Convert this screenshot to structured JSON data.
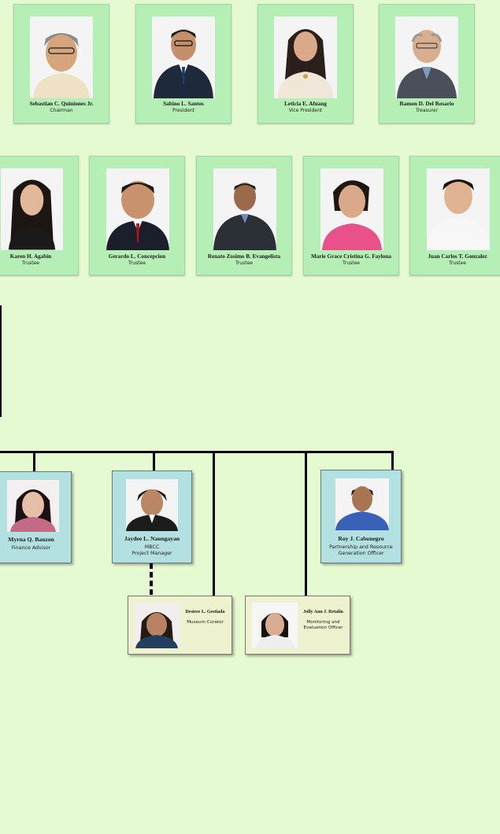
{
  "board": {
    "officers": [
      {
        "name": "Sebastian C. Quiniones Jr.",
        "role": "Chairman"
      },
      {
        "name": "Sabino L. Santos",
        "role": "President"
      },
      {
        "name": "Leticia E. Afuang",
        "role": "Vice President"
      },
      {
        "name": "Ramon D. Del Rosario",
        "role": "Treasurer"
      }
    ],
    "trustees": [
      {
        "name": "Karen H. Agabin",
        "role": "Trustee"
      },
      {
        "name": "Gerardo L. Concepcion",
        "role": "Trustee"
      },
      {
        "name": "Renato Zosimo B. Evangelista",
        "role": "Trustee"
      },
      {
        "name": "Marie Grace Cristina G. Faylona",
        "role": "Trustee"
      },
      {
        "name": "Juan Carlos T. Gonzalez",
        "role": "Trustee"
      }
    ]
  },
  "staff": {
    "finance": {
      "name": "Myrna Q. Banzon",
      "role": "Finance Advisor"
    },
    "manager": {
      "name": "Jaydee L. Naungayan",
      "role_line1": "MBCC",
      "role_line2": "Project Manager"
    },
    "partnership": {
      "name": "Roy J. Cabonegro",
      "role_line1": "Partnership and Resource",
      "role_line2": "Generation Officer"
    },
    "curator": {
      "name": "Desiree L. Gestiada",
      "role": "Museum Curator"
    },
    "monitoring": {
      "name": "Jolly Ann J. Retalin",
      "role_line1": "Monitoring and",
      "role_line2": "Evaluation Officer"
    }
  },
  "colors": {
    "background": "#e6fad2",
    "board_card": "#b6efb6",
    "staff_card": "#b3e0e0",
    "wide_card": "#eef2cf"
  }
}
